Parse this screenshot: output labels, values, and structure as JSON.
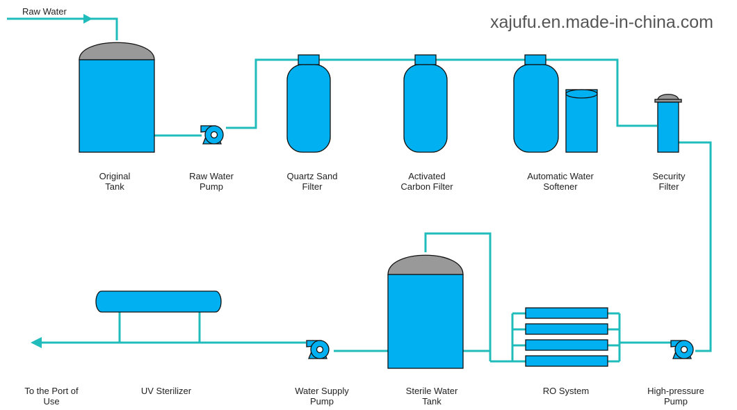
{
  "watermark": "xajufu.en.made-in-china.com",
  "colors": {
    "pipe": "#20bcbc",
    "equipment": "#00b0f0",
    "dome": "#999999"
  },
  "inlet_label": "Raw Water",
  "components": {
    "original_tank": [
      "Original",
      "Tank"
    ],
    "raw_water_pump": [
      "Raw Water",
      "Pump"
    ],
    "quartz_sand_filter": [
      "Quartz Sand",
      "Filter"
    ],
    "activated_carbon_filter": [
      "Activated",
      "Carbon Filter"
    ],
    "automatic_water_softener": [
      "Automatic Water",
      "Softener"
    ],
    "security_filter": [
      "Security",
      "Filter"
    ],
    "port_of_use": [
      "To the Port of",
      "Use"
    ],
    "uv_sterilizer": [
      "UV Sterilizer"
    ],
    "water_supply_pump": [
      "Water Supply",
      "Pump"
    ],
    "sterile_water_tank": [
      "Sterile Water",
      "Tank"
    ],
    "ro_system": [
      "RO System"
    ],
    "high_pressure_pump": [
      "High-pressure",
      "Pump"
    ]
  }
}
